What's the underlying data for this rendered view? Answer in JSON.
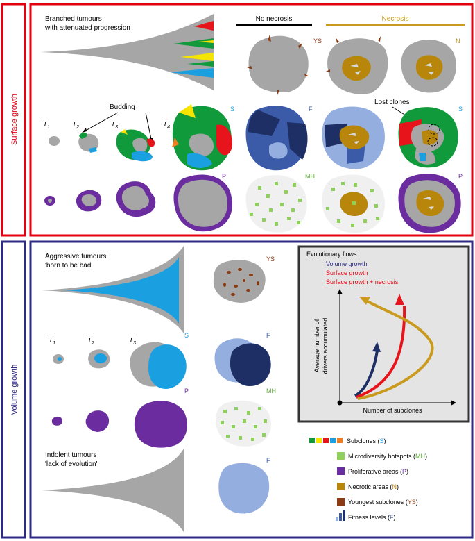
{
  "colors": {
    "surface_frame": "#e3000f",
    "volume_frame": "#2e2a86",
    "tumour_grey": "#a6a6a6",
    "subclone_green": "#119a3b",
    "subclone_yellow": "#f5e400",
    "subclone_red": "#e8141b",
    "subclone_blue": "#1aa0e0",
    "subclone_orange": "#ef7d22",
    "necrotic": "#b8860b",
    "youngest": "#8b3a12",
    "proliferative": "#6a2c9e",
    "microdiversity": "#8fcf5c",
    "fitness_dark": "#1e2f66",
    "fitness_mid": "#3b5ba9",
    "fitness_light": "#94aee0"
  },
  "surface": {
    "side_label": "Surface growth",
    "tree_title_1": "Branched tumours",
    "tree_title_2": "with attenuated progression",
    "no_necrosis_label": "No necrosis",
    "necrosis_label": "Necrosis",
    "budding_label": "Budding",
    "lost_clones_label": "Lost clones",
    "time_labels": [
      "T",
      "T",
      "T",
      "T"
    ],
    "time_subs": [
      "1",
      "2",
      "3",
      "4"
    ],
    "tags": {
      "ys": "YS",
      "n": "N",
      "s1": "S",
      "f": "F",
      "s2": "S",
      "p1": "P",
      "mh": "MH",
      "p2": "P"
    }
  },
  "volume": {
    "side_label": "Volume growth",
    "aggr_title_1": "Aggressive tumours",
    "aggr_title_2": "'born to be bad'",
    "indolent_title_1": "Indolent tumours",
    "indolent_title_2": "'lack of evolution'",
    "time_labels": [
      "T",
      "T",
      "T"
    ],
    "time_subs": [
      "1",
      "2",
      "3"
    ],
    "tags": {
      "ys": "YS",
      "s": "S",
      "f1": "F",
      "p": "P",
      "mh": "MH",
      "f2": "F"
    }
  },
  "flows": {
    "title": "Evolutionary flows",
    "volume": "Volume growth",
    "surface": "Surface growth",
    "surface_necrosis": "Surface growth + necrosis",
    "xlabel": "Number of subclones",
    "ylabel_1": "Average number of",
    "ylabel_2": "drivers accumulated"
  },
  "legend": {
    "subclones": {
      "text": "Subclones (",
      "tag": "S",
      "close": ")"
    },
    "microdiversity": {
      "text": "Microdiversity hotspots (",
      "tag": "MH",
      "close": ")"
    },
    "proliferative": {
      "text": "Proliferative areas (",
      "tag": "P",
      "close": ")"
    },
    "necrotic": {
      "text": "Necrotic areas (",
      "tag": "N",
      "close": ")"
    },
    "youngest": {
      "text": "Youngest subclones (",
      "tag": "YS",
      "close": ")"
    },
    "fitness": {
      "text": "Fitness levels (",
      "tag": "F",
      "close": ")"
    }
  }
}
